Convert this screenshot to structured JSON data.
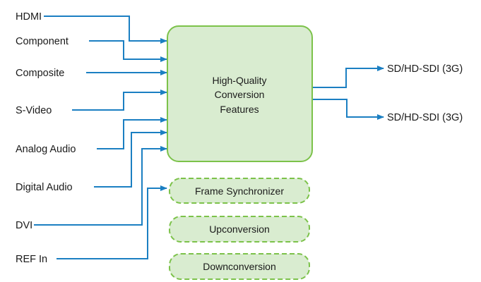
{
  "colors": {
    "line": "#1b7fc2",
    "box_fill": "#d9ecd0",
    "box_stroke": "#7cc24a",
    "text": "#1a1a1a"
  },
  "inputs": [
    "HDMI",
    "Component",
    "Composite",
    "S-Video",
    "Analog Audio",
    "Digital Audio",
    "DVI",
    "REF In"
  ],
  "main_box": {
    "lines": [
      "High-Quality",
      "Conversion",
      "Features"
    ]
  },
  "outputs": [
    "SD/HD-SDI (3G)",
    "SD/HD-SDI (3G)"
  ],
  "features": [
    "Frame Synchronizer",
    "Upconversion",
    "Downconversion"
  ]
}
